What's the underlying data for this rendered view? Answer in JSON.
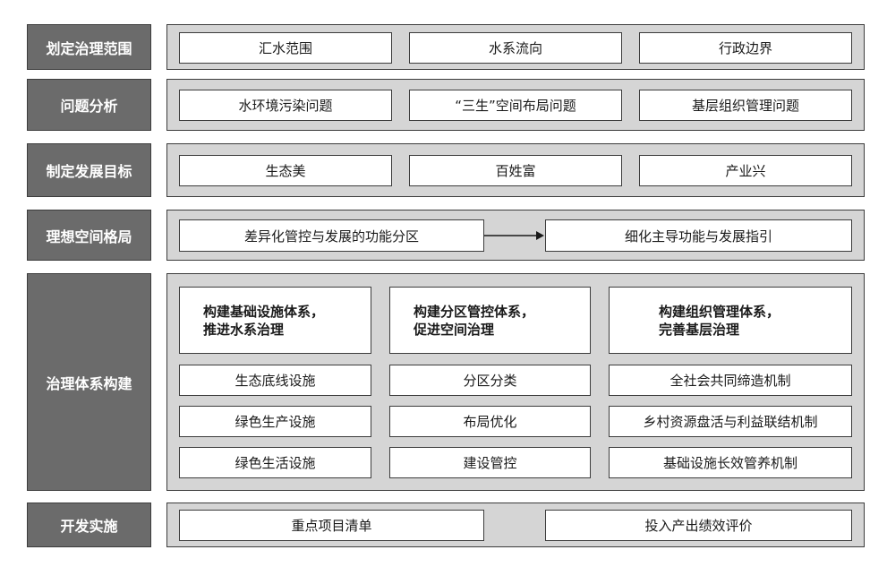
{
  "rows": [
    {
      "label": "划定治理范围",
      "items": [
        "汇水范围",
        "水系流向",
        "行政边界"
      ]
    },
    {
      "label": "问题分析",
      "items": [
        "水环境污染问题",
        "“三生”空间布局问题",
        "基层组织管理问题"
      ]
    },
    {
      "label": "制定发展目标",
      "items": [
        "生态美",
        "百姓富",
        "产业兴"
      ]
    },
    {
      "label": "理想空间格局",
      "items": [
        "差异化管控与发展的功能分区",
        "细化主导功能与发展指引"
      ]
    },
    {
      "label": "治理体系构建",
      "columns": [
        {
          "heading": [
            "构建基础设施体系，",
            "推进水系治理"
          ],
          "items": [
            "生态底线设施",
            "绿色生产设施",
            "绿色生活设施"
          ]
        },
        {
          "heading": [
            "构建分区管控体系，",
            "促进空间治理"
          ],
          "items": [
            "分区分类",
            "布局优化",
            "建设管控"
          ]
        },
        {
          "heading": [
            "构建组织管理体系，",
            "完善基层治理"
          ],
          "items": [
            "全社会共同缔造机制",
            "乡村资源盘活与利益联结机制",
            "基础设施长效管养机制"
          ]
        }
      ]
    },
    {
      "label": "开发实施",
      "items": [
        "重点项目清单",
        "投入产出绩效评价"
      ]
    }
  ]
}
